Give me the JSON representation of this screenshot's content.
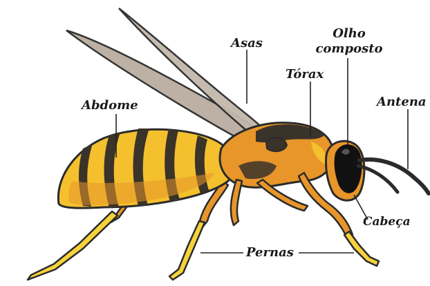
{
  "labels": {
    "wings": "Asas",
    "compound_eye_line1": "Olho",
    "compound_eye_line2": "composto",
    "thorax": "Tórax",
    "abdomen": "Abdome",
    "antenna": "Antena",
    "head": "Cabeça",
    "legs": "Pernas"
  },
  "colors": {
    "outline": "#2b2b2b",
    "body_yellow": "#f4c02e",
    "body_orange": "#e8962a",
    "stripe_dark": "#3a332a",
    "wing": "#b9ada0",
    "leg_yellow": "#f6d23c",
    "eye": "#111111",
    "leader_line": "#222222"
  }
}
